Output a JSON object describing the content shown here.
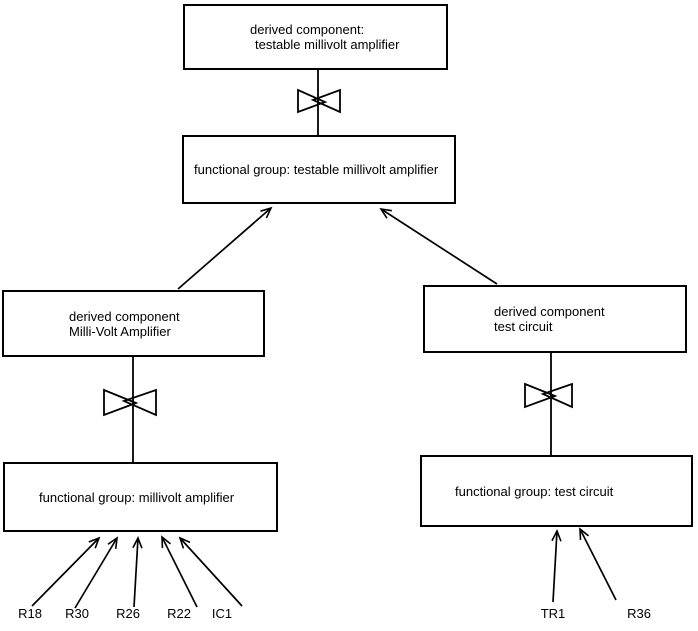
{
  "colors": {
    "line": "#000000",
    "background": "#ffffff",
    "box_fill": "#ffffff"
  },
  "icons": {
    "bowtie": "bowtie-refinement-symbol",
    "arrowhead": "open-arrowhead"
  },
  "nodes": {
    "top_derived": {
      "line1": "derived component:",
      "line2": "testable millivolt amplifier"
    },
    "top_functional": {
      "label": "functional group: testable millivolt amplifier"
    },
    "left_derived": {
      "line1": "derived component",
      "line2": "Milli-Volt Amplifier"
    },
    "left_functional": {
      "label": "functional group: millivolt amplifier"
    },
    "right_derived": {
      "line1": "derived component",
      "line2": "test circuit"
    },
    "right_functional": {
      "label": "functional group: test circuit"
    }
  },
  "leaves": {
    "left": [
      "R18",
      "R30",
      "R26",
      "R22",
      "IC1"
    ],
    "right": [
      "TR1",
      "R36"
    ]
  }
}
